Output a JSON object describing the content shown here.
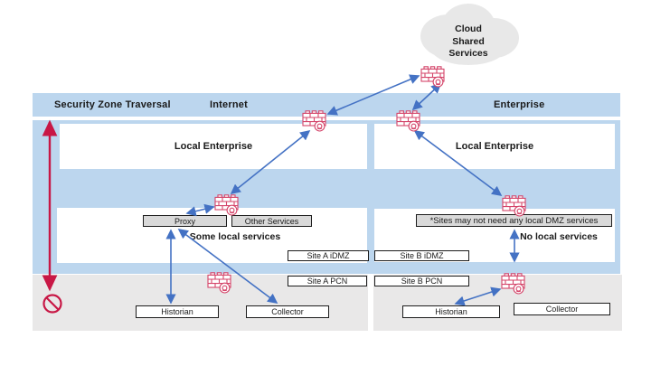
{
  "zones": {
    "security_zone_traversal": "Security Zone Traversal",
    "internet": "Internet",
    "enterprise": "Enterprise"
  },
  "cloud": {
    "lines": [
      "Cloud",
      "Shared",
      "Services"
    ]
  },
  "regions": {
    "local_enterprise_left": "Local Enterprise",
    "local_enterprise_right": "Local Enterprise",
    "some_local_services": "Some local services",
    "no_local_services": "No local services"
  },
  "boxes": {
    "proxy": "Proxy",
    "other_services": "Other Services",
    "sites_note": "*Sites may not need any local DMZ services",
    "site_a_idmz": "Site A iDMZ",
    "site_b_idmz": "Site B iDMZ",
    "site_a_pcn": "Site A PCN",
    "site_b_pcn": "Site B PCN",
    "historian_a": "Historian",
    "collector_a": "Collector",
    "historian_b": "Historian",
    "collector_b": "Collector"
  },
  "icons": {
    "firewall": "firewall-icon",
    "prohibition": "prohibition-icon",
    "cloud": "cloud-shape",
    "blocked_arrow": "security-zone-traversal-arrow"
  },
  "colors": {
    "band_blue": "#BCD6EE",
    "band_gray": "#E9E8E8",
    "box_gray": "#D9D9D9",
    "arrow_blue": "#4472C4",
    "crimson": "#C81745",
    "firewall_red": "#D4456A",
    "cloud_fill": "#E8E8E8"
  }
}
